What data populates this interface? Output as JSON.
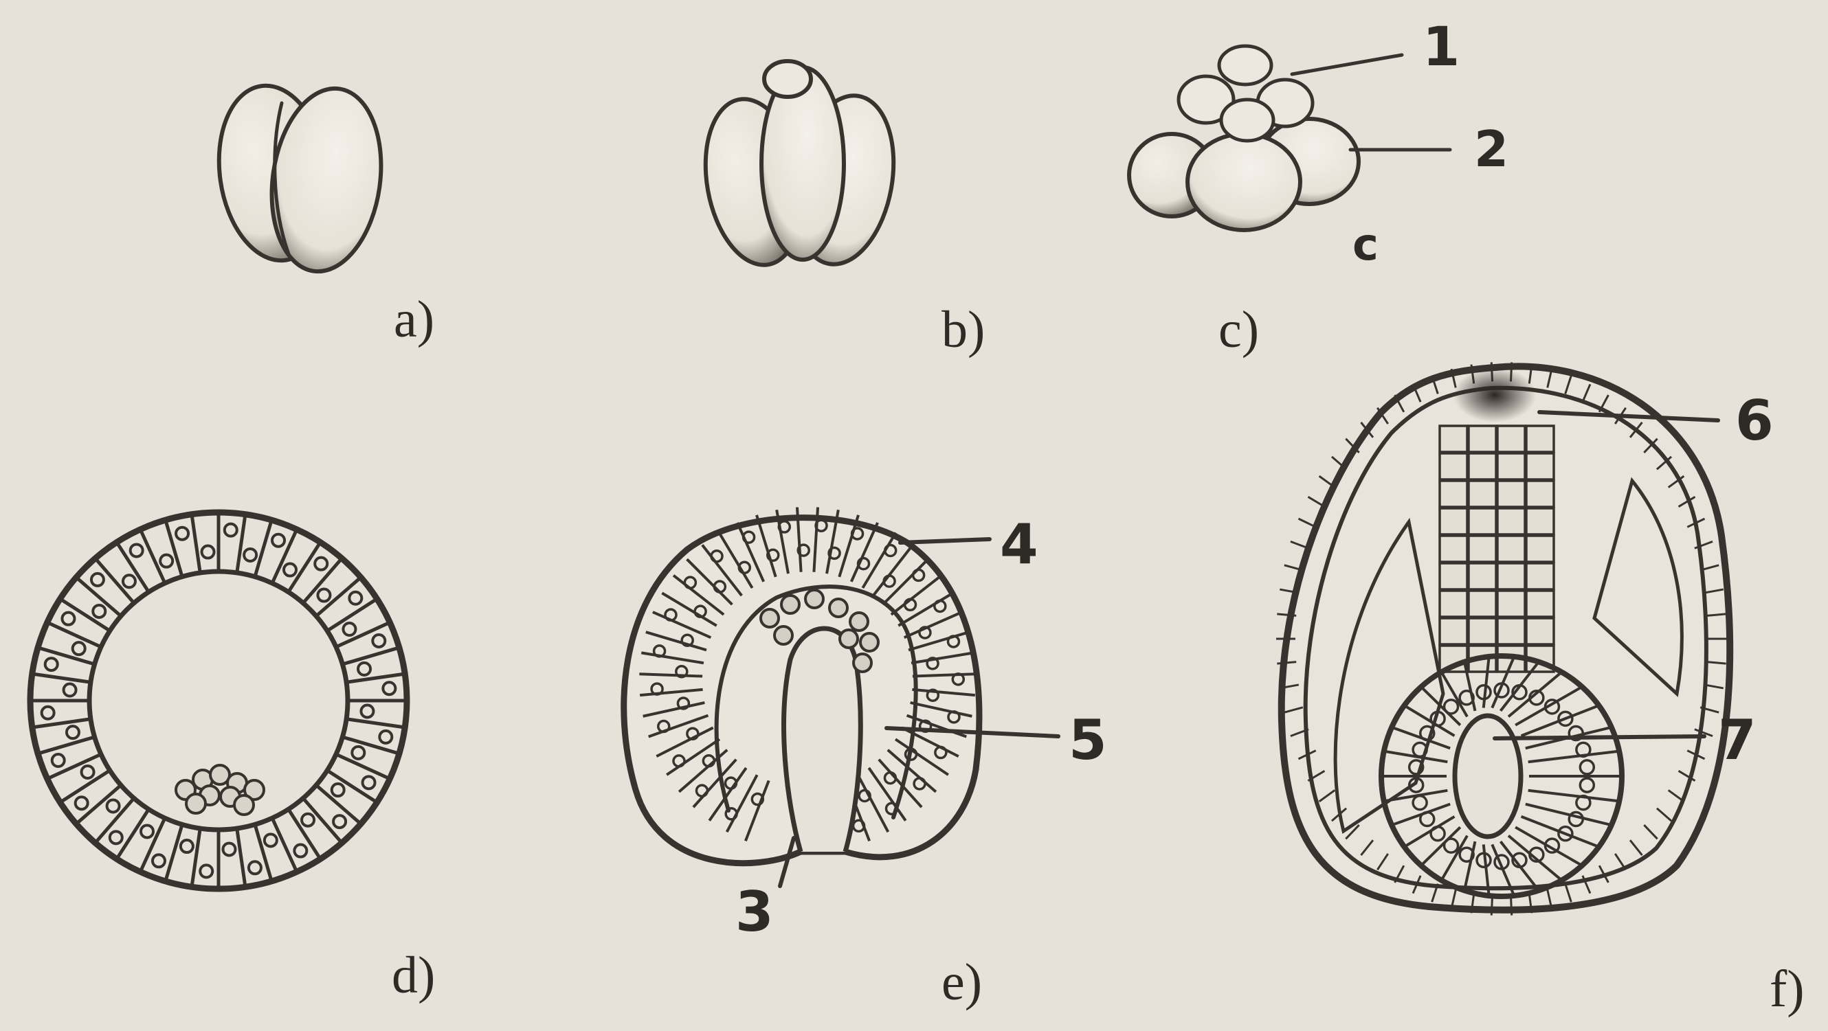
{
  "figure": {
    "panels": [
      {
        "id": "a",
        "caption": "a)"
      },
      {
        "id": "b",
        "caption": "b)"
      },
      {
        "id": "c",
        "caption": "c)",
        "mark": "c"
      },
      {
        "id": "d",
        "caption": "d)"
      },
      {
        "id": "e",
        "caption": "e)"
      },
      {
        "id": "f",
        "caption": "f)"
      }
    ],
    "labels": [
      "1",
      "2",
      "3",
      "4",
      "5",
      "6",
      "7"
    ]
  }
}
